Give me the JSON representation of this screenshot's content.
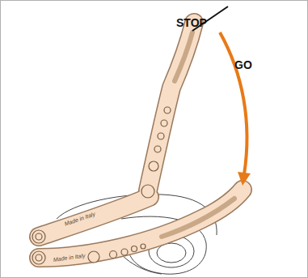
{
  "diagram": {
    "labels": [
      "STOP",
      "GO",
      "Made in Italy",
      "Made in Italy"
    ]
  }
}
